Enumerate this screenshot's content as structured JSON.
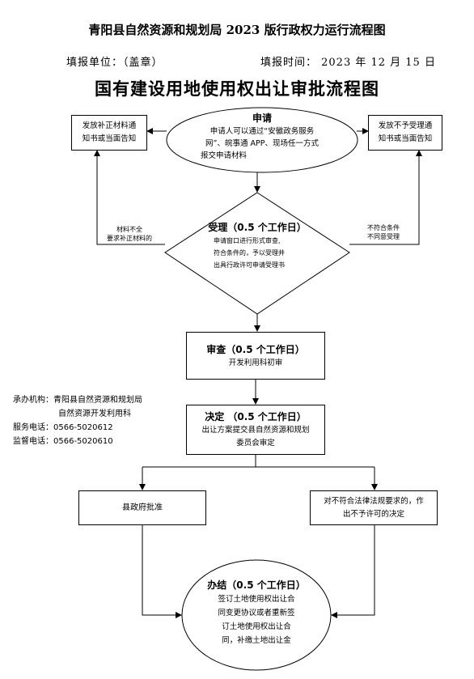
{
  "header": {
    "title": "青阳县自然资源和规划局 2023 版行政权力运行流程图",
    "unit_label": "填报单位：（盖章）",
    "date_label": "填报时间：  2023 年 12 月 15 日"
  },
  "diagram": {
    "subtitle": "国有建设用地使用权出让审批流程图",
    "left_notice": {
      "line1": "发放补正材料通",
      "line2": "知书或当面告知"
    },
    "right_notice": {
      "line1": "发放不予受理通",
      "line2": "知书或当面告知"
    },
    "apply": {
      "title": "申请",
      "line1": "申请人可以通过“安徽政务服务",
      "line2": "网”、皖事通 APP、现场任一方式",
      "line3": "报交申请材料"
    },
    "accept": {
      "title": "受理（0.5 个工作日）",
      "line1": "申请窗口进行形式审查,",
      "line2": "符合条件的，予以受理并",
      "line3": "出具行政许可申请受理书"
    },
    "left_edge": {
      "line1": "材料不全",
      "line2": "要求补正材料的"
    },
    "right_edge": {
      "line1": "不符合条件",
      "line2": "不同意受理"
    },
    "review": {
      "title": "审查（0.5 个工作日）",
      "line1": "开发利用科初审"
    },
    "decide": {
      "title": "决定  （0.5 个工作日）",
      "line1": "出让方案提交县自然资源和规划",
      "line2": "委员会审定"
    },
    "approve": {
      "label": "县政府批准"
    },
    "reject": {
      "line1": "对不符合法律法规要求的，作",
      "line2": "出不予许可的决定"
    },
    "conclude": {
      "title": "办结（0.5 个工作日）",
      "line1": "签订土地使用权出让合",
      "line2": "同变更协议或者重新签",
      "line3": "订土地使用权出让合",
      "line4": "同，补缴土地出让金"
    }
  },
  "contact": {
    "org_label": "承办机构：",
    "org_line1": "青阳县自然资源和规划局",
    "org_line2": "自然资源开发利用科",
    "service_label": "服务电话：",
    "service_phone": "0566-5020612",
    "supervise_label": "监督电话：",
    "supervise_phone": "0566-5020610"
  }
}
